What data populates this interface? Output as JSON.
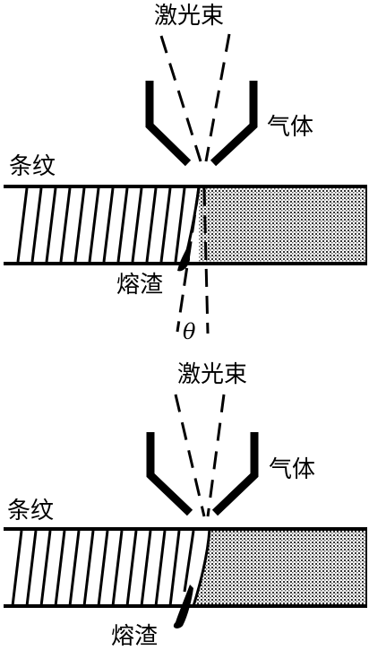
{
  "top_figure": {
    "laser_label": "激光束",
    "gas_label": "气体",
    "striation_label": "条纹",
    "dross_label": "熔渣",
    "angle_symbol": "θ"
  },
  "bottom_figure": {
    "laser_label": "激光束",
    "gas_label": "气体",
    "striation_label": "条纹",
    "dross_label": "熔渣"
  }
}
